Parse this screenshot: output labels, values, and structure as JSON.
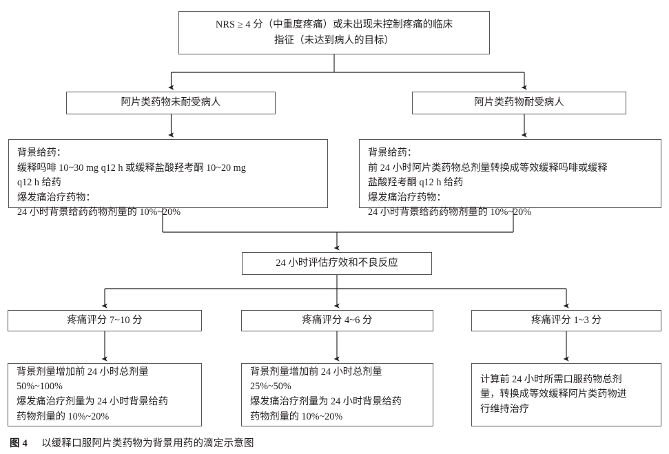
{
  "figure": {
    "number_label": "图 4",
    "caption": "以缓释口服阿片类药物为背景用药的滴定示意图"
  },
  "colors": {
    "box_border": "#555555",
    "connector": "#231f20",
    "text": "#231f20",
    "background": "#ffffff"
  },
  "nodes": {
    "root": {
      "id": "root",
      "line1": "NRS ≥ 4 分（中重度疼痛）或未出现未控制疼痛的临床",
      "line2": "指征（未达到病人的目标）"
    },
    "opioid_naive": {
      "id": "opioid-naive",
      "label": "阿片类药物未耐受病人"
    },
    "opioid_tolerant": {
      "id": "opioid-tolerant",
      "label": "阿片类药物耐受病人"
    },
    "naive_regimen": {
      "id": "naive-regimen",
      "lines": [
        "背景给药：",
        "缓释吗啡 10~30 mg q12 h 或缓释盐酸羟考酮 10~20 mg",
        "q12 h 给药",
        "爆发痛治疗药物：",
        "24 小时背景给药药物剂量的 10%~20%"
      ]
    },
    "tolerant_regimen": {
      "id": "tolerant-regimen",
      "lines": [
        "背景给药：",
        "前 24 小时阿片类药物总剂量转换成等效缓释吗啡或缓释",
        "盐酸羟考酮 q12 h 给药",
        "爆发痛治疗药物：",
        "24 小时背景给药药物剂量的 10%~20%"
      ]
    },
    "assessment": {
      "id": "assessment-24h",
      "label": "24 小时评估疗效和不良反应"
    },
    "score_high": {
      "id": "pain-score-7-10",
      "label": "疼痛评分 7~10 分"
    },
    "score_mid": {
      "id": "pain-score-4-6",
      "label": "疼痛评分 4~6 分"
    },
    "score_low": {
      "id": "pain-score-1-3",
      "label": "疼痛评分 1~3 分"
    },
    "plan_high": {
      "id": "plan-score-7-10",
      "lines": [
        "背景剂量增加前 24 小时总剂量",
        "50%~100%",
        "爆发痛治疗剂量为 24 小时背景给药",
        "药物剂量的 10%~20%"
      ]
    },
    "plan_mid": {
      "id": "plan-score-4-6",
      "lines": [
        "背景剂量增加前 24 小时总剂量",
        "25%~50%",
        "爆发痛治疗剂量为 24 小时背景给药",
        "药物剂量的 10%~20%"
      ]
    },
    "plan_low": {
      "id": "plan-score-1-3",
      "lines": [
        "计算前 24 小时所需口服药物总剂",
        "量，转换成等效缓释阿片类药物进",
        "行维持治疗"
      ]
    }
  },
  "edges": [
    {
      "from": "root",
      "to": "opioid-naive",
      "type": "split-arrow"
    },
    {
      "from": "root",
      "to": "opioid-tolerant",
      "type": "split-arrow"
    },
    {
      "from": "opioid-naive",
      "to": "naive-regimen",
      "type": "arrow"
    },
    {
      "from": "opioid-tolerant",
      "to": "tolerant-regimen",
      "type": "arrow"
    },
    {
      "from": "naive-regimen",
      "to": "assessment-24h",
      "type": "merge-arrow"
    },
    {
      "from": "tolerant-regimen",
      "to": "assessment-24h",
      "type": "merge-arrow"
    },
    {
      "from": "assessment-24h",
      "to": "pain-score-7-10",
      "type": "split-arrow"
    },
    {
      "from": "assessment-24h",
      "to": "pain-score-4-6",
      "type": "split-arrow"
    },
    {
      "from": "assessment-24h",
      "to": "pain-score-1-3",
      "type": "split-arrow"
    },
    {
      "from": "pain-score-7-10",
      "to": "plan-score-7-10",
      "type": "arrow"
    },
    {
      "from": "pain-score-4-6",
      "to": "plan-score-4-6",
      "type": "arrow"
    },
    {
      "from": "pain-score-1-3",
      "to": "plan-score-1-3",
      "type": "arrow"
    }
  ]
}
